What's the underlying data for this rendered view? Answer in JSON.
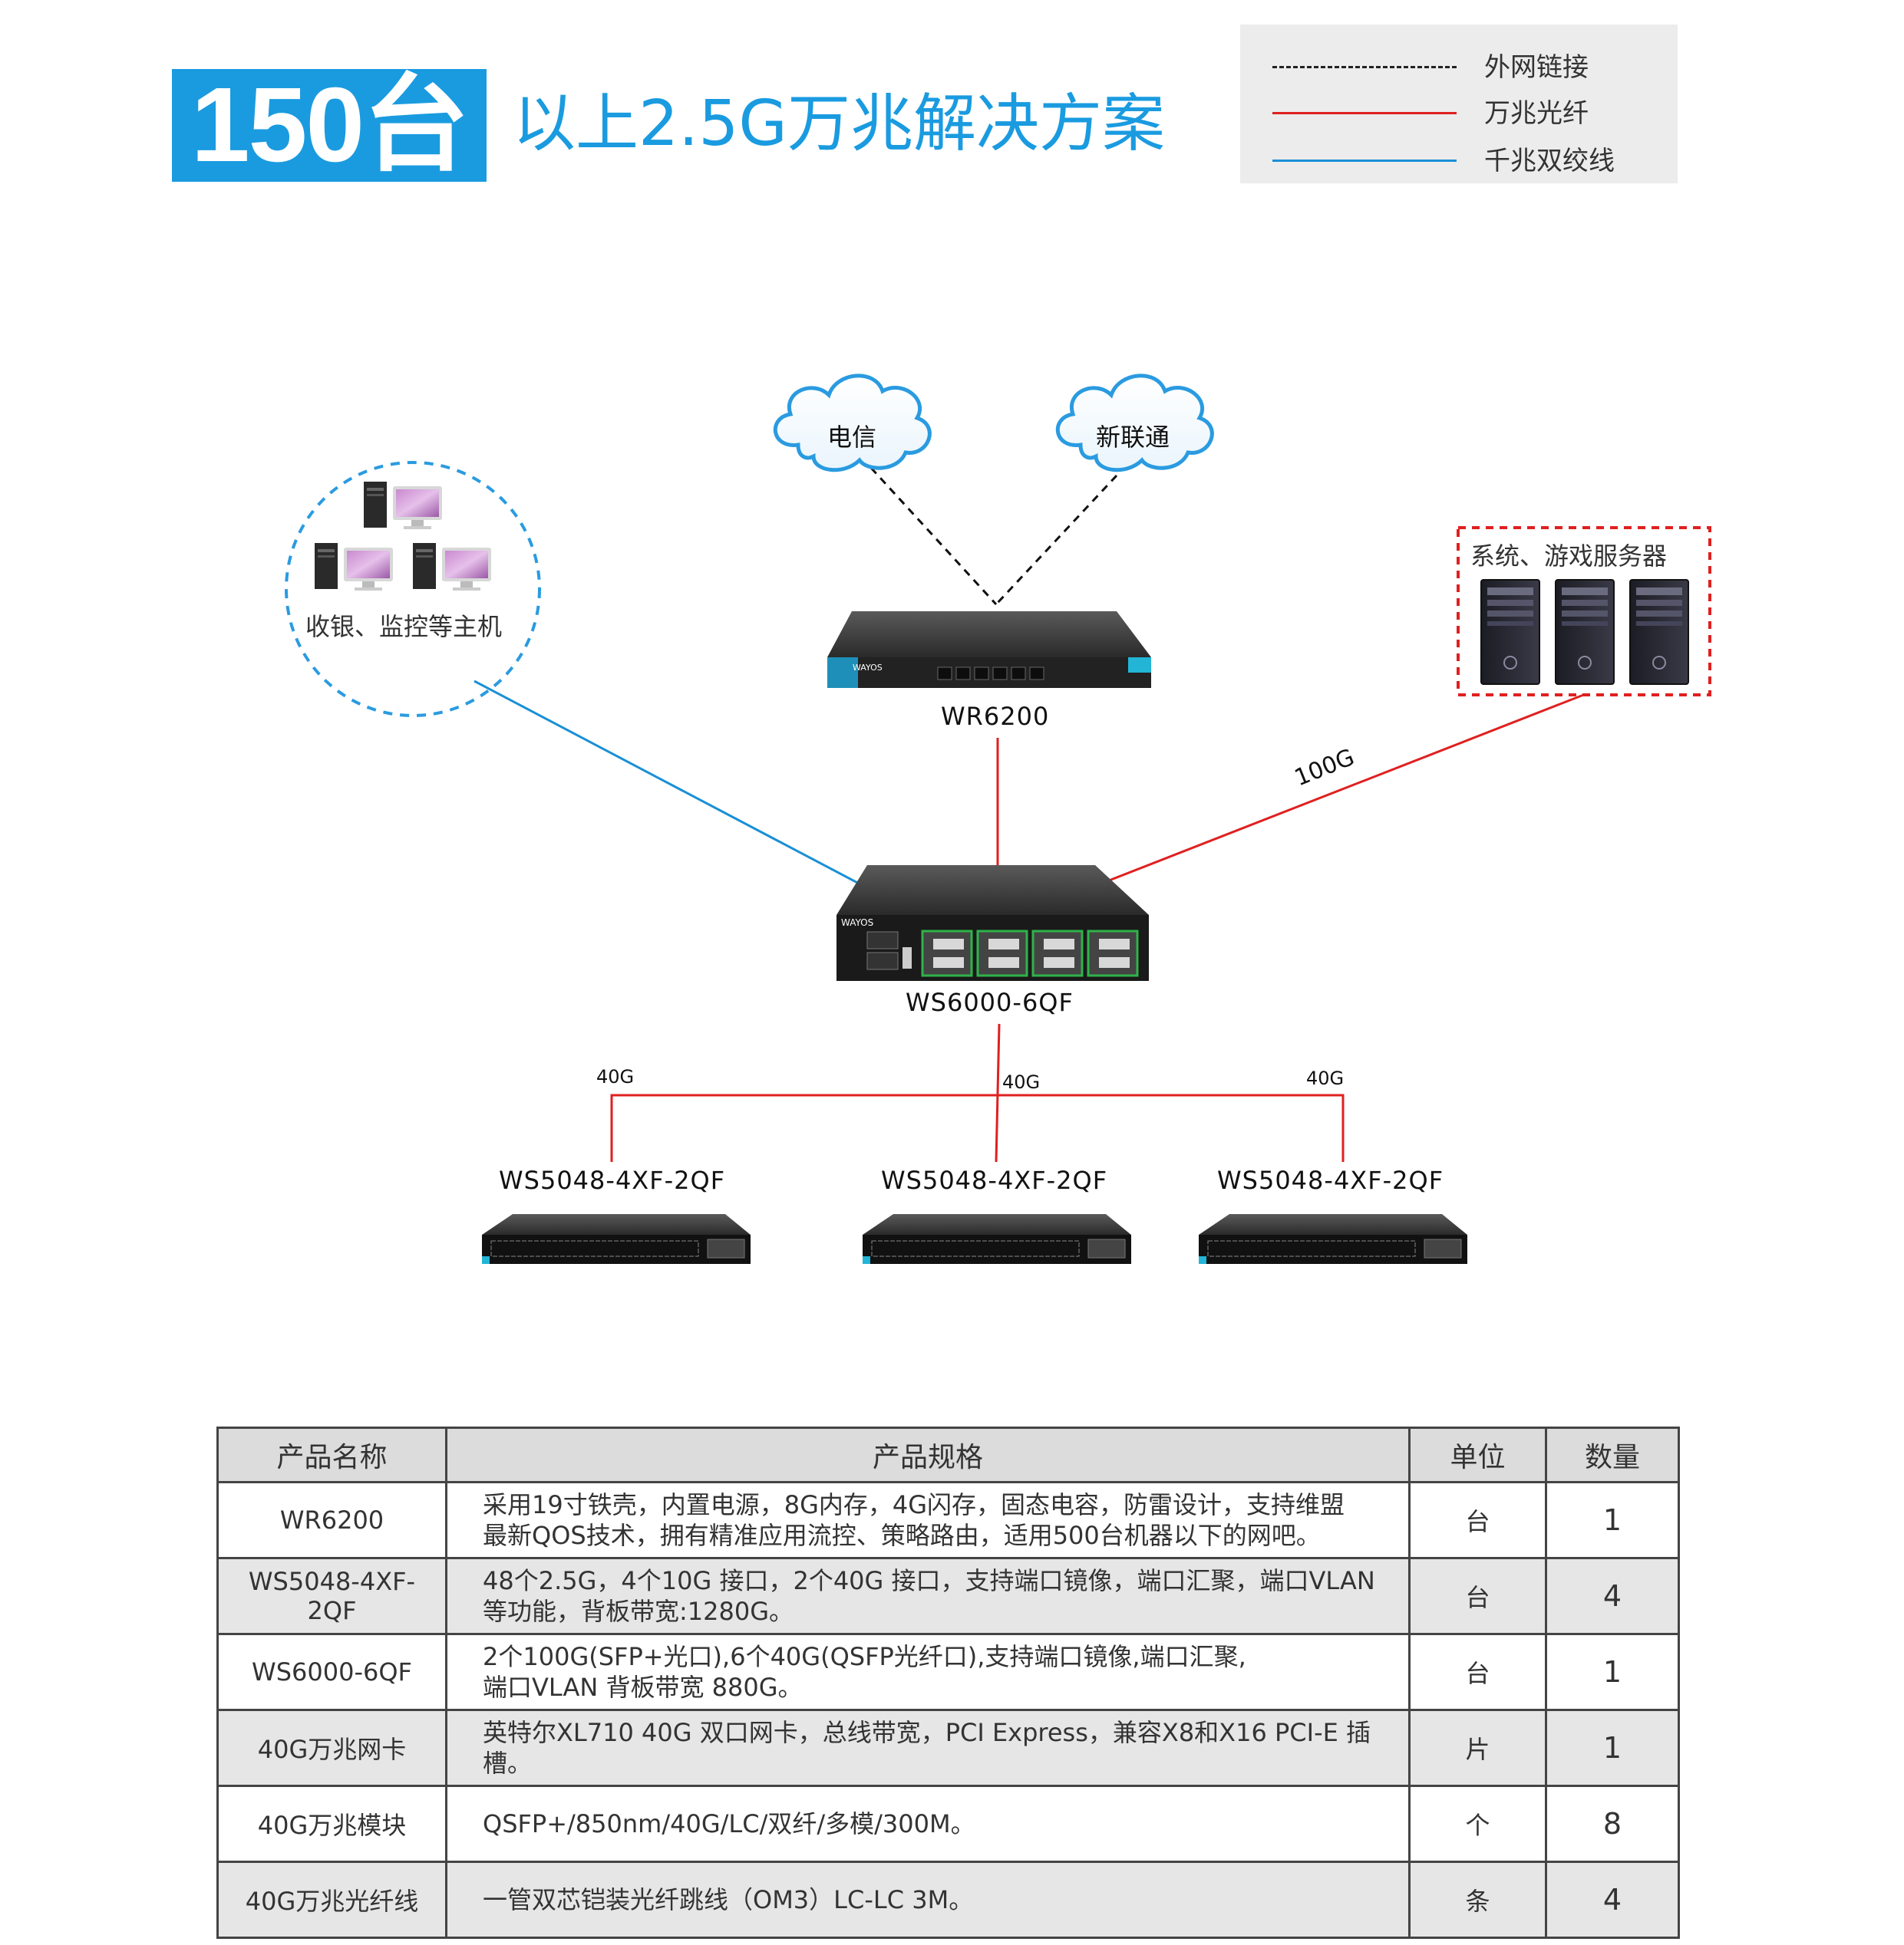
{
  "title": {
    "highlight": "150台",
    "subtitle": "以上2.5G万兆解决方案"
  },
  "legend": [
    {
      "label": "外网链接",
      "style": "dashed",
      "color": "#222222"
    },
    {
      "label": "万兆光纤",
      "style": "solid",
      "color": "#e02020"
    },
    {
      "label": "千兆双绞线",
      "style": "solid",
      "color": "#1a8fd6"
    }
  ],
  "diagram": {
    "clouds": [
      "电信",
      "新联通"
    ],
    "hosts_label": "收银、监控等主机",
    "servers_label": "系统、游戏服务器",
    "router": {
      "name": "WR6200",
      "brand": "WAYOS"
    },
    "core_switch": {
      "name": "WS6000-6QF",
      "brand": "WAYOS"
    },
    "access_switches": [
      "WS5048-4XF-2QF",
      "WS5048-4XF-2QF",
      "WS5048-4XF-2QF"
    ],
    "link_labels": {
      "servers": "100G",
      "access": [
        "40G",
        "40G",
        "40G"
      ]
    }
  },
  "table": {
    "headers": [
      "产品名称",
      "产品规格",
      "单位",
      "数量"
    ],
    "rows": [
      {
        "name": "WR6200",
        "spec": [
          "采用19寸铁壳，内置电源，8G内存，4G闪存，固态电容，防雷设计，支持维盟",
          "最新QOS技术，拥有精准应用流控、策略路由，适用500台机器以下的网吧。"
        ],
        "unit": "台",
        "qty": "1"
      },
      {
        "name": "WS5048-4XF-2QF",
        "spec": [
          "48个2.5G，4个10G 接口，2个40G 接口，支持端口镜像，端口汇聚，端口VLAN",
          "等功能，背板带宽:1280G。"
        ],
        "unit": "台",
        "qty": "4"
      },
      {
        "name": "WS6000-6QF",
        "spec": [
          "2个100G(SFP+光口),6个40G(QSFP光纤口),支持端口镜像,端口汇聚,",
          "端口VLAN 背板带宽 880G。"
        ],
        "unit": "台",
        "qty": "1"
      },
      {
        "name": "40G万兆网卡",
        "spec": [
          "英特尔XL710 40G 双口网卡，总线带宽，PCI Express，兼容X8和X16 PCI-E 插槽。"
        ],
        "unit": "片",
        "qty": "1"
      },
      {
        "name": "40G万兆模块",
        "spec": [
          "QSFP+/850nm/40G/LC/双纤/多模/300M。"
        ],
        "unit": "个",
        "qty": "8"
      },
      {
        "name": "40G万兆光纤线",
        "spec": [
          "一管双芯铠装光纤跳线（OM3）LC-LC 3M。"
        ],
        "unit": "条",
        "qty": "4"
      }
    ]
  }
}
